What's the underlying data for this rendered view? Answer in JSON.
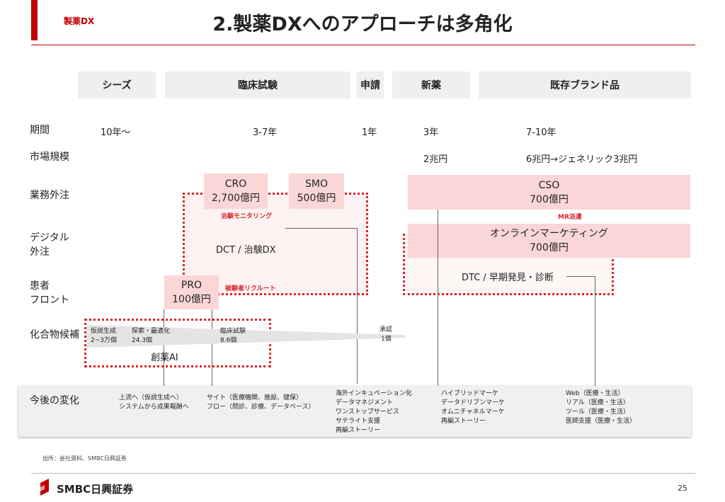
{
  "header": {
    "tag": "製薬DX",
    "title": "2.製薬DXへのアプローチは多角化"
  },
  "phases": [
    "シーズ",
    "臨床試験",
    "申請",
    "新薬",
    "既存ブランド品"
  ],
  "rows": {
    "period": "期間",
    "market": "市場規模",
    "outsourcing": "業務外注",
    "digital": "デジタル\n外注",
    "patient": "患者\nフロント",
    "compound": "化合物候補",
    "future": "今後の変化"
  },
  "period_values": [
    "10年〜",
    "3-7年",
    "1年",
    "3年",
    "7-10年"
  ],
  "market_values": [
    "2兆円",
    "6兆円→ジェネリック3兆円"
  ],
  "boxes": {
    "cro": {
      "name": "CRO",
      "value": "2,700億円"
    },
    "smo": {
      "name": "SMO",
      "value": "500億円"
    },
    "cso": {
      "name": "CSO",
      "value": "700億円"
    },
    "online": {
      "name": "オンラインマーケティング",
      "value": "700億円"
    },
    "pro": {
      "name": "PRO",
      "value": "100億円"
    }
  },
  "labels": {
    "chiken_monitoring": "治験モニタリング",
    "mr": "MR派遣",
    "recruit": "被験者リクルート",
    "dct": "DCT / 治験DX",
    "dtc": "DTC / 早期発見・診断",
    "ai": "創薬AI"
  },
  "funnel": {
    "s1_name": "仮説生成",
    "s1_val": "2~3万個",
    "s2_name": "探索・最適化",
    "s2_val": "24.3個",
    "s3_name": "臨床試験",
    "s3_val": "8.6個",
    "s4_name": "承認",
    "s4_val": "1個"
  },
  "future": {
    "c1": "上流へ（仮説生成へ）\nシステムから成果報酬へ",
    "c2": "サイト（医療機関、施設、健保）\nフロー（問診、診療、データベース）",
    "c3": "海外インキュベーション化\nデータマネジメント\nワンストップサービス\nサテライト支援\n再編ストーリー",
    "c4": "ハイブリッドマーケ\nデータドリブンマーケ\nオムニチャネルマーケ\n再編ストーリー",
    "c5": "Web（医療・生活）\nリアル（医療・生活）\nツール（医療・生活）\n医師支援（医療・生活）"
  },
  "footer": {
    "source": "出所：会社資料、SMBC日興証券",
    "logo": "SMBC日興証券",
    "page": "25"
  },
  "colors": {
    "accent": "#c00000",
    "pink": "#fbd6d6",
    "dotted": "#d9262b",
    "gray": "#efefef"
  }
}
